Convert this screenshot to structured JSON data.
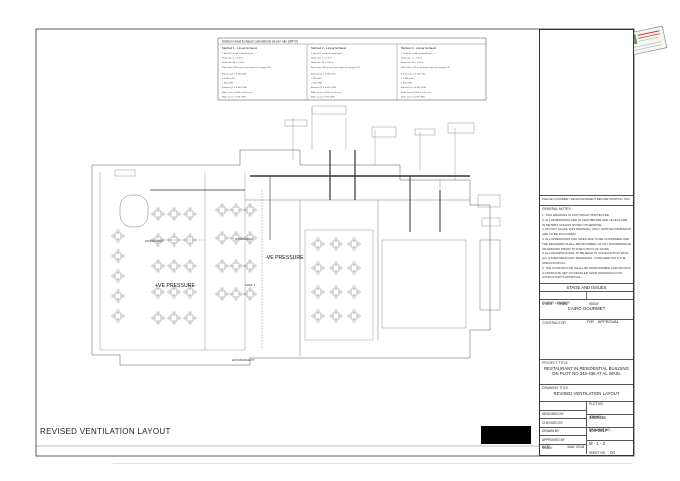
{
  "drawing": {
    "title": "REVISED VENTILATION LAYOUT",
    "calc_header": "Kitchen Hood Exhaust calculations as per rule (SR72)",
    "methods": [
      {
        "title": "Method 1 - Linear Exhaust",
        "lines": [
          "1 hood (L) x wall mounted hood .......",
          "Hood size: L = 2.10 m",
          "Hood size: W = 1.10 m",
          "Flow value 0.24 m per linear metre of canopy (0.2)",
          "Exhaust Q1 = 0.264 m3/s",
          "= 0.264 m3/s",
          "= 950 CFM",
          "Exhaust Q2 = 0.900 CFM",
          "Make up air: 0.900 x 0.75 cu.m",
          "Make up air: 0.675 CFM"
        ]
      },
      {
        "title": "Method 2 - Linear Exhaust",
        "lines": [
          "1 hood (L) x wall mounted hood .......",
          "Hood size: L = 2.10 m",
          "Hood size: W = 1.00 m",
          "Flow value 0.24 m per linear metre of canopy (0.2)",
          "Exhaust Q1 = 0.264 m3/s",
          "= 950 m3/s",
          "= 950 CFM",
          "Exhaust Q2 = 0.900 CFM",
          "Make up air: 0.900 x 0.75 cu.m",
          "Make up air: 0.675 CFM"
        ]
      },
      {
        "title": "Method 3 - Linear Exhaust",
        "lines": [
          "1 hood (L) x wall mounted hood .......",
          "Hood size: L = 1.10 m",
          "Hood size: W = 1.00 m",
          "Flow value 0.24 m per linear metre of canopy (0.2)",
          "Exhaust Q1 = 0.264 m3/s",
          "= 0.264 m3/s",
          "= 950 CFM",
          "Exhaust Q2 = 0.900 CFM",
          "Make up air: 0.900 x 0.75 cu.m",
          "Make up air: 0.675 CFM"
        ]
      }
    ],
    "zone_labels": [
      "+VE PRESSURE",
      "-VE PRESSURE",
      "DINING AREA",
      "DINING AREA",
      "SHOP 1",
      "ENTRANCE/EXIT"
    ]
  },
  "title_block": {
    "env_note": "PLEASE CONSIDER THE ENVIRONMENT BEFORE PRINTING THIS",
    "general_notes_title": "GENERAL NOTES",
    "general_notes": [
      "1. THIS DRAWING IS COPYRIGHT PROTECTED.",
      "2. ALL DIMENSIONS ARE IN CENTIMETRE AND LEVELS ARE",
      "   IN METERS UNLESS NOTED OTHERWISE.",
      "3. DO NOT SCALE THIS DRAWING, ONLY WRITTEN DIMENSIONS",
      "   ARE TO BE FOLLOWED.",
      "4. ALL DIMENSIONS AND SIZES ARE TO BE CONFIRMED AND",
      "   THE DESIGNER SHALL BE INFORMED OF ANY DISCREPANCIES",
      "   OR ERRORS PRIOR TO EXECUTION OF WORK.",
      "5. ALL DRAWINGS ARE TO BE READ IN CONJUNCTION WITH",
      "   ALL OTHER RELEVANT DRAWINGS, TOGETHER WITH THE",
      "   SPECIFICATION.",
      "6. THE CONTRACTOR SHALL BE RESPONSIBLE FOR PRODUCING",
      "   A COMPLETE SET OF DETAILED SHOP DRAWINGS FOR",
      "   CONSULTANT'S APPROVAL."
    ],
    "stage_title": "STAGE AND ISSUES",
    "stage_label": "STAGE",
    "stage_value": "FINAL",
    "issue_label": "ISSUE FOR",
    "issue_value": "APPROVAL",
    "client_label": "CLIENT / OWNER",
    "client_value": "CAIRO GOURMET",
    "contractor_label": "CONTRACTOR",
    "project_label": "PROJECT TITLE",
    "project_line1": "RESTAURANT IN RESIDENTIAL BUILDING",
    "project_line2": "ON PLOT NO.343-436 AT AL WASL",
    "drawing_title_label": "DRAWING TITLE",
    "drawing_title_value": "REVISED VENTILATION LAYOUT",
    "designed_by": "DESIGNED BY",
    "checked_by": "CHECKED BY",
    "drawn_by": "DRAWN BY",
    "approved_by": "APPROVED BY",
    "scale_label": "SCALE",
    "date_label": "DATE",
    "date_value": "MAY 2018",
    "plot_no_label": "PLOT NO.",
    "plot_no_value": "3430436",
    "job_no_label": "JOB NO.",
    "job_no_value": "104-2017",
    "drawing_no_label": "DRAWING NO.",
    "drawing_no_value": "M - 1 - 2",
    "sheet_no_label": "SHEET NO.",
    "sheet_no_value": "04"
  }
}
